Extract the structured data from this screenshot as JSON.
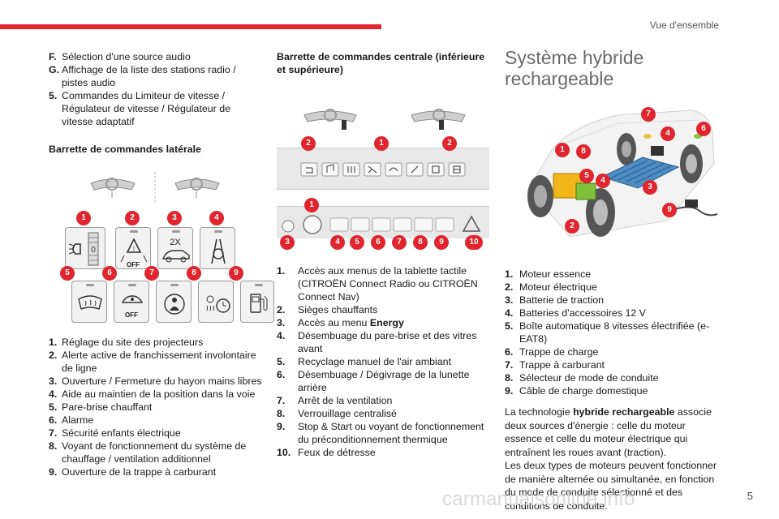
{
  "header": {
    "section_title": "Vue d'ensemble"
  },
  "col1": {
    "top_items": [
      {
        "num": "F.",
        "text": "Sélection d'une source audio"
      },
      {
        "num": "G.",
        "text": "Affichage de la liste des stations radio / pistes audio"
      },
      {
        "num": "5.",
        "text": "Commandes du Limiteur de vitesse / Régulateur de vitesse / Régulateur de vitesse adaptatif"
      }
    ],
    "heading": "Barrette de commandes latérale",
    "switch_labels": {
      "speed2x": "2X",
      "off1": "OFF",
      "off2": "OFF"
    },
    "badges": [
      "1",
      "2",
      "3",
      "4",
      "5",
      "6",
      "7",
      "8",
      "9"
    ],
    "items": [
      {
        "num": "1.",
        "text": "Réglage du site des projecteurs"
      },
      {
        "num": "2.",
        "text": "Alerte active de franchissement involontaire de ligne"
      },
      {
        "num": "3.",
        "text": "Ouverture / Fermeture du hayon mains libres"
      },
      {
        "num": "4.",
        "text": "Aide au maintien de la position dans la voie"
      },
      {
        "num": "5.",
        "text": "Pare-brise chauffant"
      },
      {
        "num": "6.",
        "text": "Alarme"
      },
      {
        "num": "7.",
        "text": "Sécurité enfants électrique"
      },
      {
        "num": "8.",
        "text": "Voyant de fonctionnement du système de chauffage / ventilation additionnel"
      },
      {
        "num": "9.",
        "text": "Ouverture de la trappe à carburant"
      }
    ]
  },
  "col2": {
    "heading": "Barrette de commandes centrale (inférieure et supérieure)",
    "badges_top": [
      "2",
      "1",
      "2"
    ],
    "badges_bottom": [
      "1",
      "3",
      "4",
      "5",
      "6",
      "7",
      "8",
      "9",
      "10"
    ],
    "items": [
      {
        "num": "1.",
        "text": "Accès aux menus de la tablette tactile (CITROËN Connect Radio ou CITROËN Connect Nav)"
      },
      {
        "num": "2.",
        "text": "Sièges chauffants"
      },
      {
        "num": "3.",
        "text": "Accès au menu ",
        "bold": "Energy"
      },
      {
        "num": "4.",
        "text": "Désembuage du pare-brise et des vitres avant"
      },
      {
        "num": "5.",
        "text": "Recyclage manuel de l'air ambiant"
      },
      {
        "num": "6.",
        "text": "Désembuage / Dégivrage de la lunette arrière"
      },
      {
        "num": "7.",
        "text": "Arrêt de la ventilation"
      },
      {
        "num": "8.",
        "text": "Verrouillage centralisé"
      },
      {
        "num": "9.",
        "text": "Stop & Start ou voyant de fonctionnement du préconditionnement thermique"
      },
      {
        "num": "10.",
        "text": "Feux de détresse"
      }
    ]
  },
  "col3": {
    "title": "Système hybride rechargeable",
    "badges": [
      "1",
      "2",
      "3",
      "4",
      "4",
      "5",
      "6",
      "7",
      "8",
      "9"
    ],
    "items": [
      {
        "num": "1.",
        "text": "Moteur essence"
      },
      {
        "num": "2.",
        "text": "Moteur électrique"
      },
      {
        "num": "3.",
        "text": "Batterie de traction"
      },
      {
        "num": "4.",
        "text": "Batteries d'accessoires 12 V"
      },
      {
        "num": "5.",
        "text": "Boîte automatique 8 vitesses électrifiée (e-EAT8)"
      },
      {
        "num": "6.",
        "text": "Trappe de charge"
      },
      {
        "num": "7.",
        "text": "Trappe à carburant"
      },
      {
        "num": "8.",
        "text": "Sélecteur de mode de conduite"
      },
      {
        "num": "9.",
        "text": "Câble de charge domestique"
      }
    ],
    "para1_pre": "La technologie ",
    "para1_bold": "hybride rechargeable",
    "para1_post": " associe deux sources d'énergie : celle du moteur essence et celle du moteur électrique qui entraînent les roues avant (traction).",
    "para2": "Les deux types de moteurs peuvent fonctionner de manière alternée ou simultanée, en fonction du mode de conduite sélectionné et des conditions de conduite."
  },
  "footer": {
    "page_number": "5",
    "watermark": "carmanualsonline.info"
  },
  "colors": {
    "accent": "#e0252e",
    "panel": "#f2f2f2",
    "title_grey": "#6b6b6b"
  }
}
